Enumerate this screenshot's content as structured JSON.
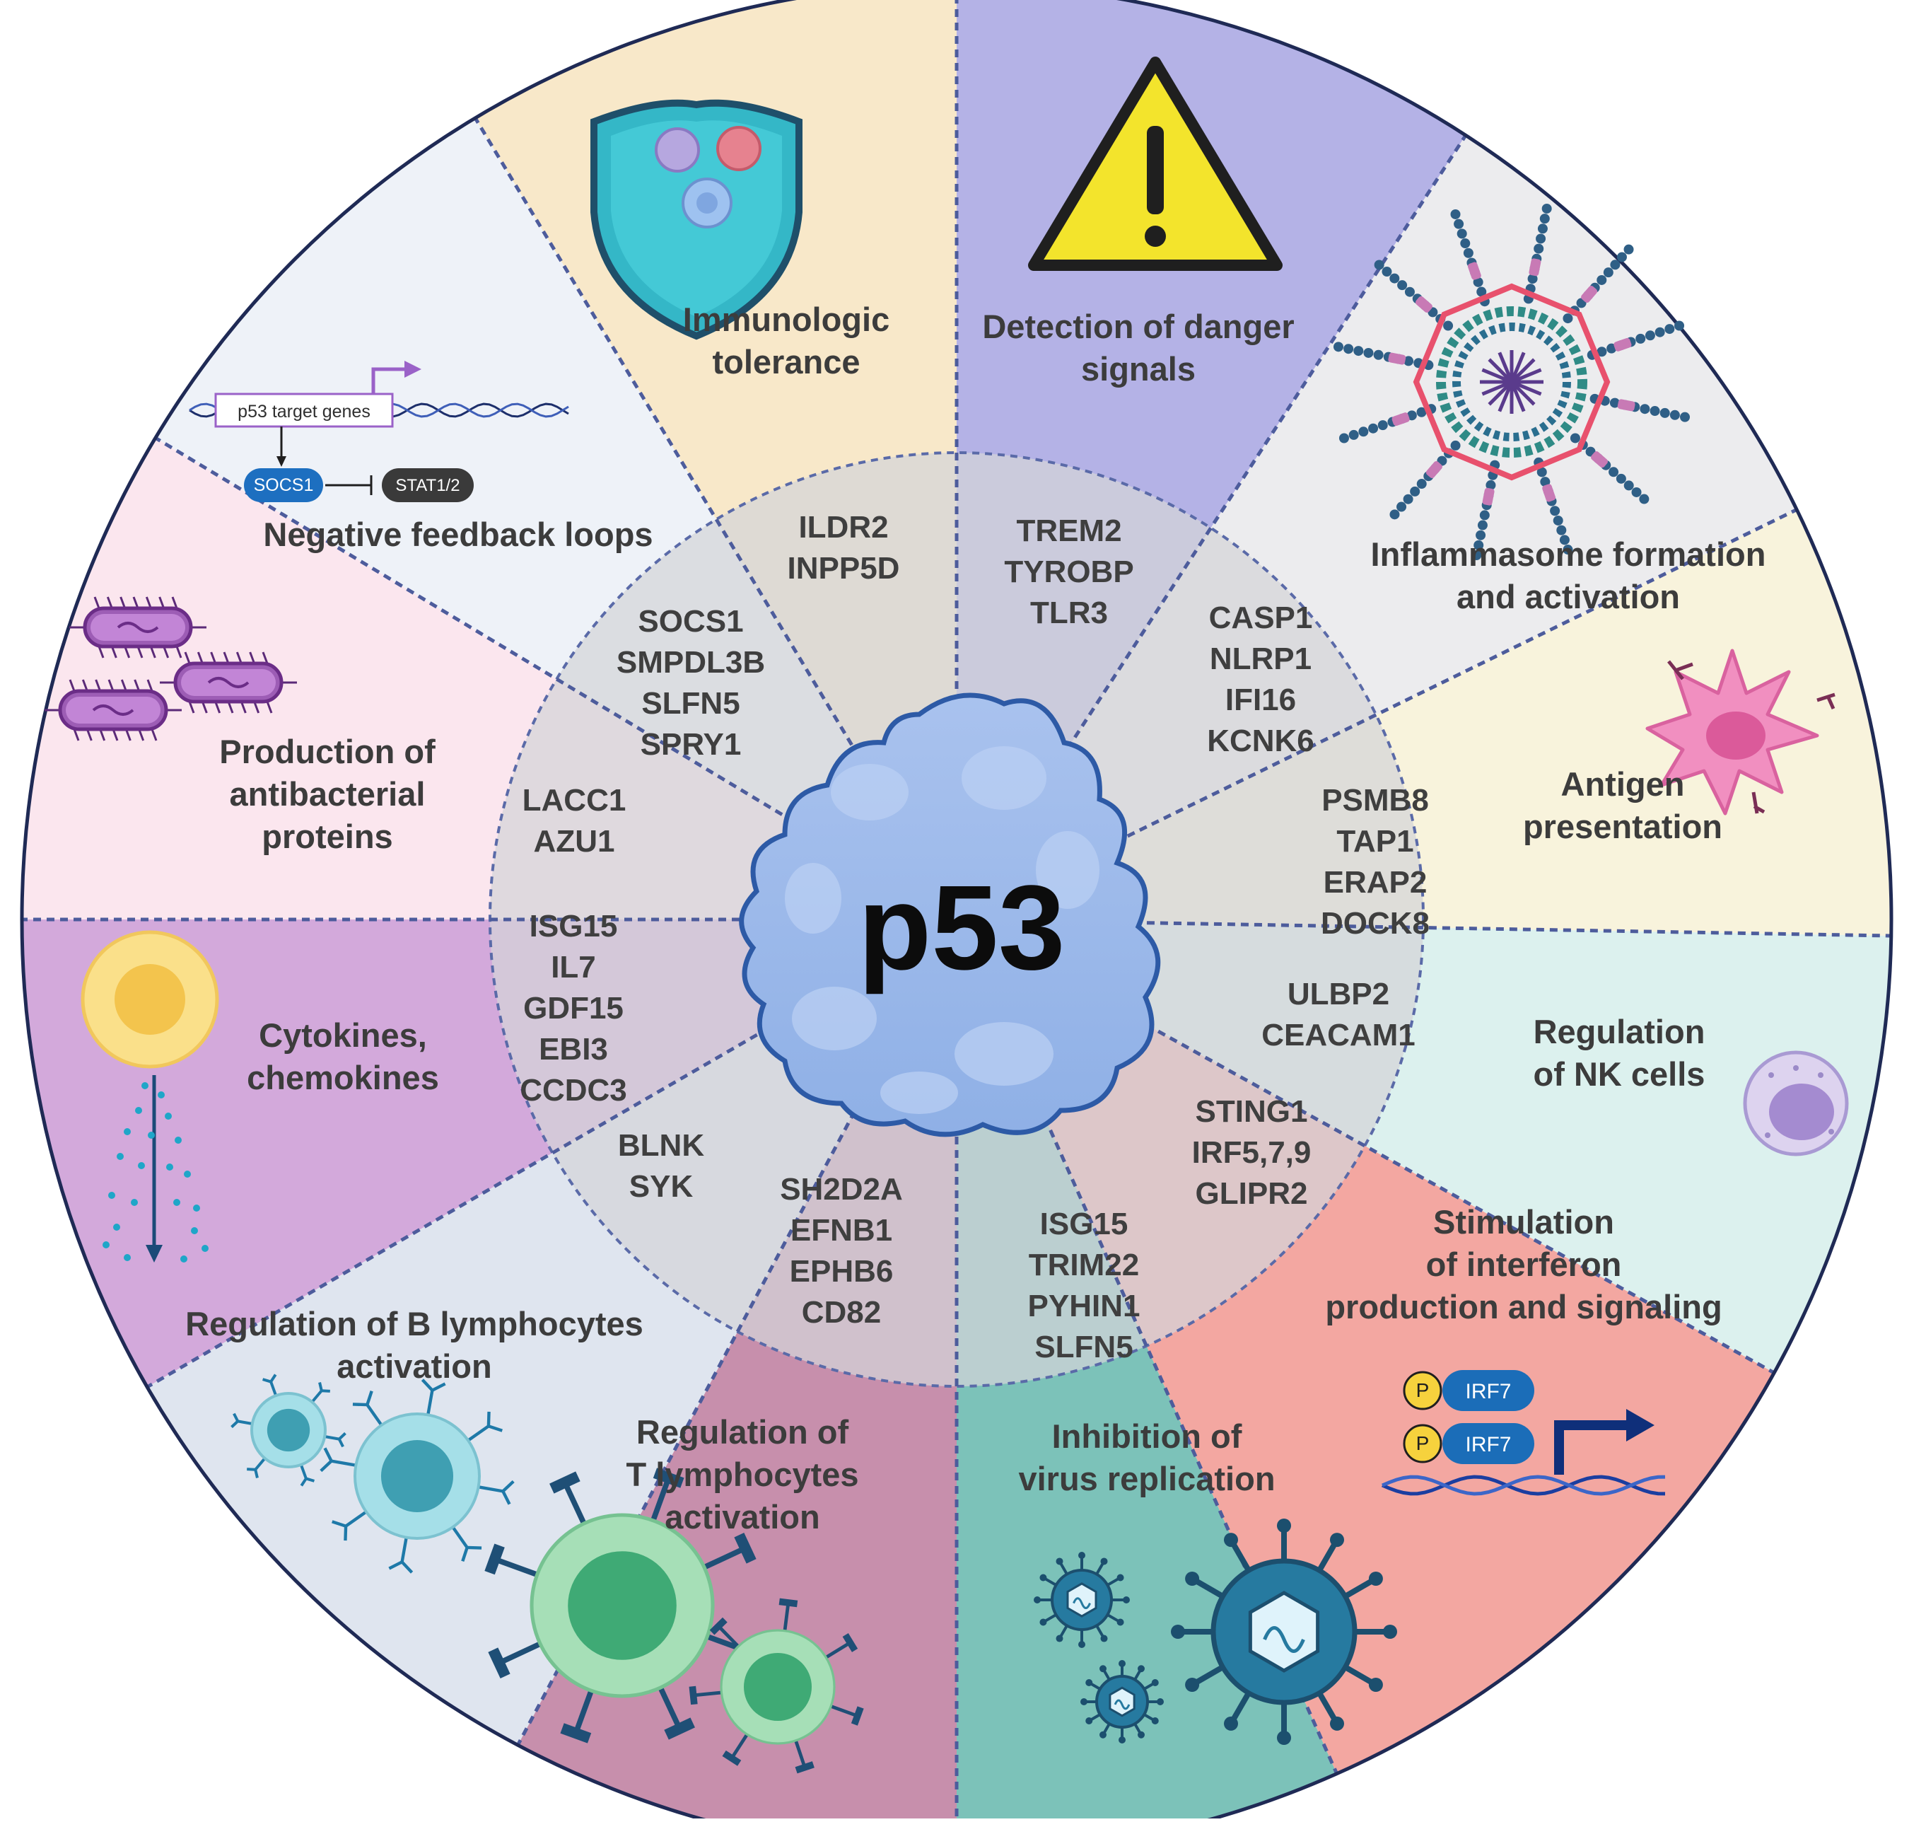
{
  "center": {
    "label": "p53"
  },
  "sectors": [
    {
      "id": "danger",
      "title_lines": [
        "Detection of danger",
        "signals"
      ],
      "genes": [
        "TREM2",
        "TYROBP",
        "TLR3"
      ],
      "color": "#b4b2e6"
    },
    {
      "id": "inflammasome",
      "title_lines": [
        "Inflammasome formation",
        "and activation"
      ],
      "genes": [
        "CASP1",
        "NLRP1",
        "IFI16",
        "KCNK6"
      ],
      "color": "#ececee"
    },
    {
      "id": "antigen",
      "title_lines": [
        "Antigen",
        "presentation"
      ],
      "genes": [
        "PSMB8",
        "TAP1",
        "ERAP2",
        "DOCK8"
      ],
      "color": "#f8f3dc"
    },
    {
      "id": "nk",
      "title_lines": [
        "Regulation",
        "of NK cells"
      ],
      "genes": [
        "ULBP2",
        "CEACAM1"
      ],
      "color": "#dcf1ee"
    },
    {
      "id": "interferon",
      "title_lines": [
        "Stimulation",
        "of interferon",
        "production and signaling"
      ],
      "genes": [
        "STING1",
        "IRF5,7,9",
        "GLIPR2"
      ],
      "color": "#f3a7a1"
    },
    {
      "id": "virus",
      "title_lines": [
        "Inhibition of",
        "virus replication"
      ],
      "genes": [
        "ISG15",
        "TRIM22",
        "PYHIN1",
        "SLFN5"
      ],
      "color": "#7cc2b9"
    },
    {
      "id": "tcell",
      "title_lines": [
        "Regulation of",
        "T lymphocytes",
        "activation"
      ],
      "genes": [
        "SH2D2A",
        "EFNB1",
        "EPHB6",
        "CD82"
      ],
      "color": "#c78fac"
    },
    {
      "id": "bcell",
      "title_lines": [
        "Regulation of B lymphocytes",
        "activation"
      ],
      "genes": [
        "BLNK",
        "SYK"
      ],
      "color": "#dfe5ef"
    },
    {
      "id": "cytokines",
      "title_lines": [
        "Cytokines,",
        "chemokines"
      ],
      "genes": [
        "ISG15",
        "IL7",
        "GDF15",
        "EBI3",
        "CCDC3"
      ],
      "color": "#d3a9db"
    },
    {
      "id": "antibacterial",
      "title_lines": [
        "Production of",
        "antibacterial",
        "proteins"
      ],
      "genes": [
        "LACC1",
        "AZU1"
      ],
      "color": "#fbe6ee"
    },
    {
      "id": "feedback",
      "title_lines": [
        "Negative feedback loops"
      ],
      "genes": [
        "SOCS1",
        "SMPDL3B",
        "SLFN5",
        "SPRY1"
      ],
      "color": "#eef2f8"
    },
    {
      "id": "tolerance",
      "title_lines": [
        "Immunologic",
        "tolerance"
      ],
      "genes": [
        "ILDR2",
        "INPP5D"
      ],
      "color": "#f8e8c9"
    }
  ],
  "feedback_inset": {
    "target_label": "p53 target genes",
    "socs_label": "SOCS1",
    "stat_label": "STAT1/2"
  },
  "irf_inset": {
    "p_label": "P",
    "irf_label": "IRF7"
  },
  "icons": [
    "shield-icon",
    "warning-icon",
    "inflammasome-icon",
    "dendritic-cell-icon",
    "nk-cell-icon",
    "irf7-dna-icon",
    "virus-icon",
    "t-cell-icon",
    "b-cell-icon",
    "cytokine-cell-icon",
    "bacteria-icon",
    "dna-promoter-icon"
  ]
}
